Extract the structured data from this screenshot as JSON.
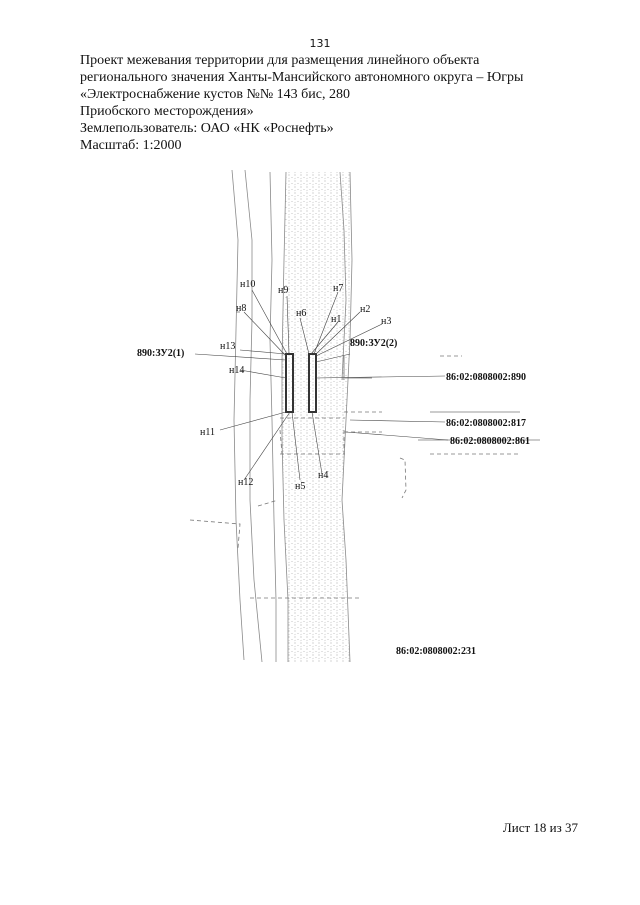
{
  "page": {
    "number": "131",
    "footer": "Лист 18 из 37"
  },
  "header": {
    "lines": [
      "Проект межевания территории для размещения линейного объекта",
      "регионального значения Ханты-Мансийского автономного округа – Югры",
      "«Электроснабжение кустов №№ 143 бис, 280",
      "Приобского месторождения»",
      "Землепользователь: ОАО «НК «Роснефть»",
      "Масштаб: 1:2000"
    ]
  },
  "map": {
    "points": [
      "н10",
      "н9",
      "н7",
      "н8",
      "н6",
      "н2",
      "н1",
      "н3",
      "н13",
      "н14",
      "н11",
      "н12",
      "н5",
      "н4"
    ],
    "zones": [
      "890:ЗУ2(1)",
      "890:ЗУ2(2)"
    ],
    "parcels": [
      "86:02:0808002:890",
      "86:02:0808002:817",
      "86:02:0808002:861",
      "86:02:0808002:231"
    ]
  }
}
